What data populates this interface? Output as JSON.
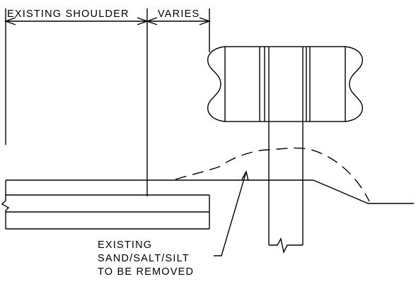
{
  "dimensions": {
    "existing_shoulder": "EXISTING SHOULDER",
    "varies": "VARIES"
  },
  "note": {
    "line1": "EXISTING",
    "line2": "SAND/SALT/SILT",
    "line3": "TO BE REMOVED"
  }
}
